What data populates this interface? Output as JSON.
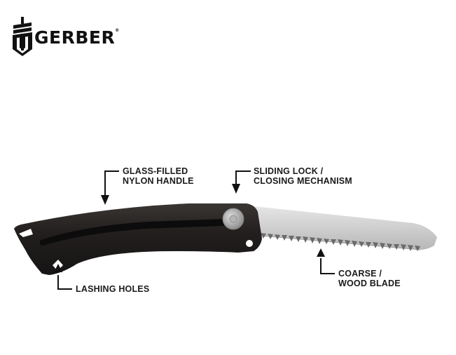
{
  "brand": {
    "name": "GERBER",
    "registered_mark": "®",
    "logo_icon": "gerber-sword-shield-icon"
  },
  "product": {
    "name": "folding saw",
    "handle_color": "#1f1d1c",
    "blade_color": "#c9c9c9",
    "pivot_color": "#a8a8a8"
  },
  "callouts": [
    {
      "id": "handle",
      "line1": "GLASS-FILLED",
      "line2": "NYLON HANDLE",
      "arrow": "down"
    },
    {
      "id": "lock",
      "line1": "SLIDING LOCK /",
      "line2": "CLOSING MECHANISM",
      "arrow": "down"
    },
    {
      "id": "lashing",
      "line1": "LASHING HOLES",
      "line2": "",
      "arrow": "up"
    },
    {
      "id": "blade",
      "line1": "COARSE /",
      "line2": "WOOD BLADE",
      "arrow": "up"
    }
  ]
}
